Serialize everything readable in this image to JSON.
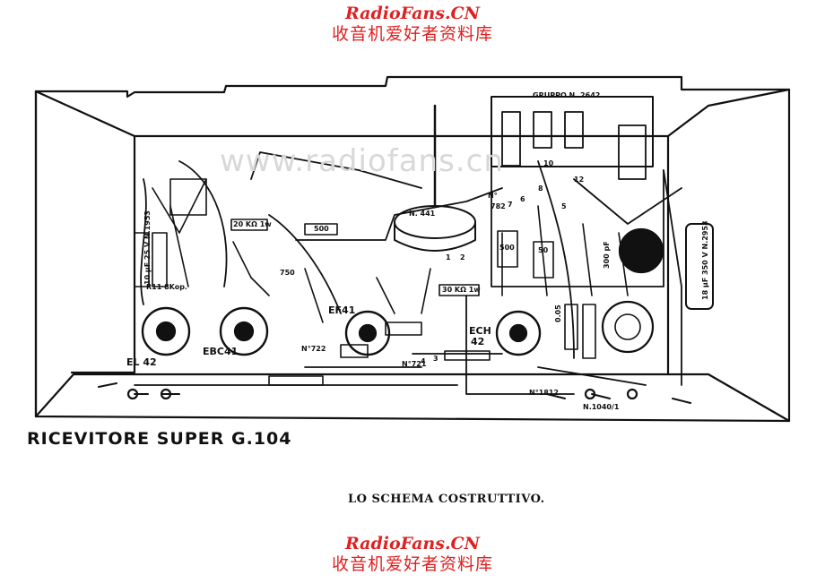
{
  "watermark": {
    "brand": "RadioFans.CN",
    "chinese": "收音机爱好者资料库",
    "url": "www.radiofans.cn"
  },
  "captions": {
    "title": "RICEVITORE SUPER G.104",
    "subtitle": "LO SCHEMA COSTRUTTIVO."
  },
  "tubes": {
    "el42": "EL 42",
    "ebc41": "EBC41",
    "ef41": "EF41",
    "ech42_line1": "ECH",
    "ech42_line2": "42"
  },
  "components": {
    "gruppo": "GRUPPO N. 2642",
    "n441": "N. 441",
    "n782_line1": "N°",
    "n782_line2": "782",
    "r500_top": "500",
    "r20k": "20 KΩ 1w",
    "r30k": "30 KΩ 1w",
    "r50": "50",
    "r500_mid": "500",
    "r750": "750",
    "n722": "N°722",
    "n721": "N°721",
    "n1812": "N°1812",
    "n1040": "N.1040/1",
    "r11": "R11 8Kop.",
    "c18uf": "18 µF 350 V N.2953",
    "c10uf": "10 µF 25 V N.1953",
    "c300": "300 pF",
    "c005": "0.05",
    "c2": "2",
    "c1": "1",
    "pin3": "3",
    "pin4": "4",
    "pin6": "6",
    "pin5": "5",
    "pin7": "7",
    "pin8": "8",
    "pin10": "10",
    "pin12": "12"
  }
}
